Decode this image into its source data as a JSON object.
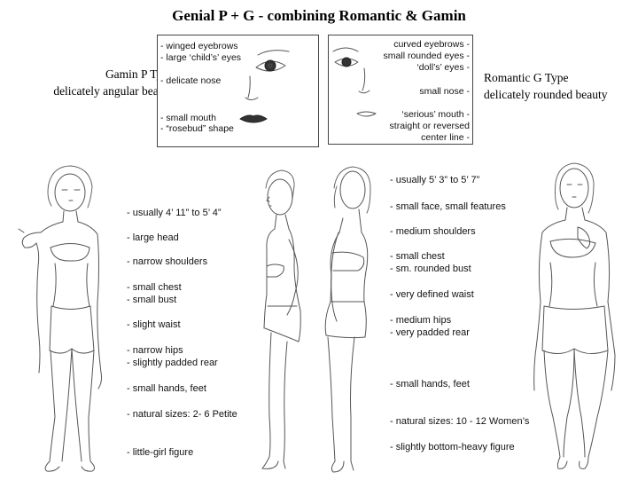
{
  "title": "Genial P + G - combining Romantic & Gamin",
  "left_type": {
    "name": "Gamin P Type",
    "desc": "delicately angular beauty"
  },
  "right_type": {
    "name": "Romantic G Type",
    "desc": "delicately rounded beauty"
  },
  "left_face": [
    "- winged eyebrows",
    "- large ‘child’s’ eyes",
    "- delicate nose",
    "- small mouth",
    "- “rosebud” shape"
  ],
  "right_face": [
    "curved eyebrows -",
    "small rounded eyes -",
    "‘doll’s’ eyes -",
    "small nose -",
    "‘serious’ mouth -",
    "straight or reversed",
    "center line -"
  ],
  "left_features": [
    "- usually 4’ 11” to 5’ 4”",
    "- large head",
    "- narrow shoulders",
    "- small chest",
    "- small bust",
    "- slight waist",
    "- narrow hips",
    "- slightly padded rear",
    "- small hands, feet",
    "- natural sizes: 2- 6 Petite",
    "- little-girl figure"
  ],
  "right_features": [
    "- usually 5’ 3” to 5’ 7”",
    "- small face, small features",
    "- medium shoulders",
    "- small chest",
    "- sm. rounded bust",
    "- very defined waist",
    "- medium hips",
    "- very padded rear",
    "- small hands, feet",
    "- natural sizes: 10 - 12 Women’s",
    "- slightly bottom-heavy figure"
  ]
}
